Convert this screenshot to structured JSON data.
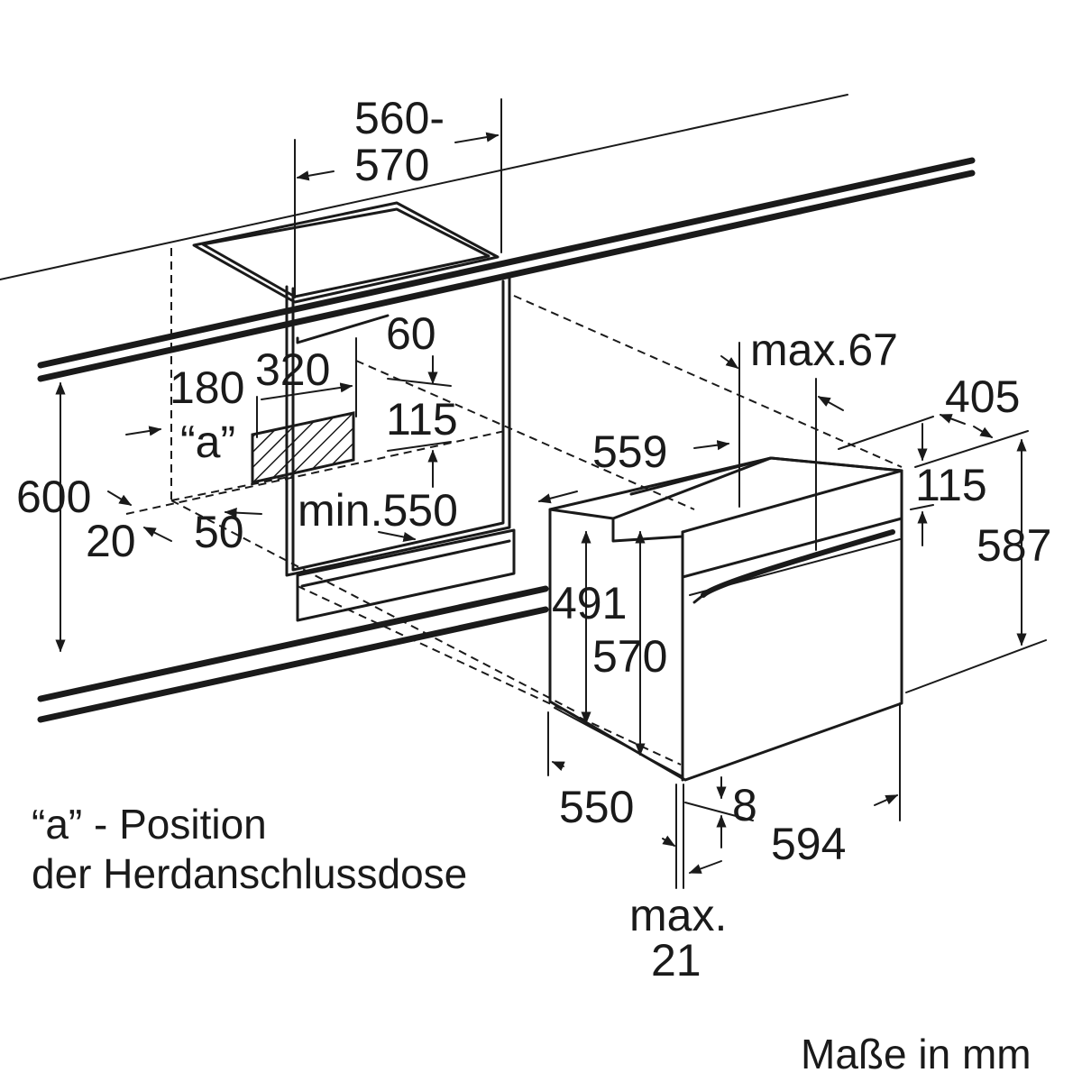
{
  "dimensions": {
    "cutout_width_top": "560-",
    "cutout_width_bottom": "570",
    "d60": "60",
    "d180": "180",
    "d320": "320",
    "d115_left": "115",
    "marker_a": "“a”",
    "d600": "600",
    "d20": "20",
    "d50": "50",
    "min550": "min.550",
    "max67": "max.67",
    "d405": "405",
    "d559": "559",
    "d115_right": "115",
    "d587": "587",
    "d491": "491",
    "d570_front": "570",
    "d550": "550",
    "d8": "8",
    "d594": "594",
    "max21_top": "max.",
    "max21_bottom": "21"
  },
  "legend": {
    "line1": "“a” - Position",
    "line2": "der Herdanschlussdose"
  },
  "units_note": "Maße in mm"
}
